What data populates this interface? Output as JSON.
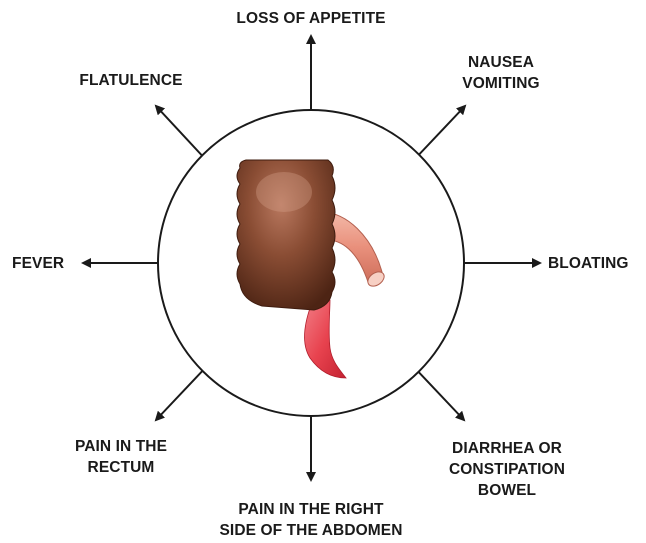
{
  "colors": {
    "line": "#1a1a1a",
    "circle_fill": "#ffffff",
    "text": "#1a1a1a"
  },
  "symptoms": {
    "top": "LOSS OF APPETITE",
    "top_right": [
      "NAUSEA",
      "VOMITING"
    ],
    "right": "BLOATING",
    "bottom_right": [
      "DIARRHEA OR",
      "CONSTIPATION",
      "BOWEL"
    ],
    "bottom": [
      "PAIN IN THE RIGHT",
      "SIDE OF THE ABDOMEN"
    ],
    "bottom_left": [
      "PAIN IN THE",
      "RECTUM"
    ],
    "left": "FEVER",
    "top_left": "FLATULENCE"
  }
}
